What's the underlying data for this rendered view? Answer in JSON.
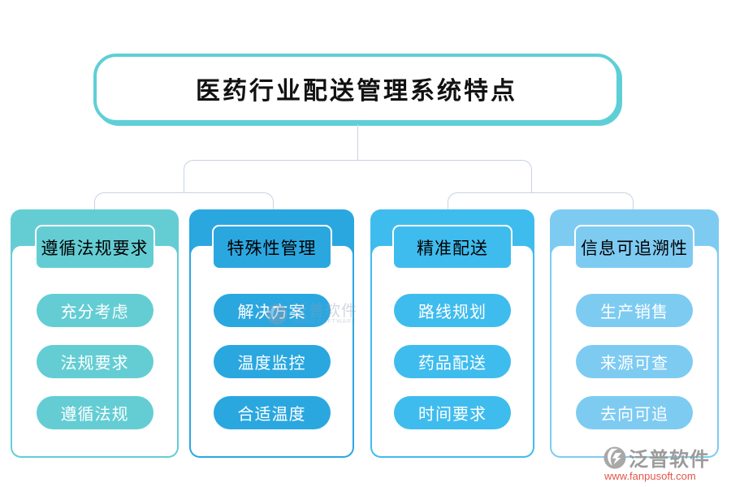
{
  "title": "医药行业配送管理系统特点",
  "colors": {
    "title_border": "#5ECFD6",
    "connector": "#C9D2E3",
    "col1": "#64CDD4",
    "col2": "#2BA7E0",
    "col3": "#3FBCEE",
    "col4": "#7ECBF2",
    "watermark_gray": "#9B9B9B",
    "watermark_url_red": "#E2564A"
  },
  "columns": [
    {
      "title": "遵循法规要求",
      "color": "#64CDD4",
      "items": [
        "充分考虑",
        "法规要求",
        "遵循法规"
      ]
    },
    {
      "title": "特殊性管理",
      "color": "#2BA7E0",
      "items": [
        "解决方案",
        "温度监控",
        "合适温度"
      ]
    },
    {
      "title": "精准配送",
      "color": "#3FBCEE",
      "items": [
        "路线规划",
        "药品配送",
        "时间要求"
      ]
    },
    {
      "title": "信息可追溯性",
      "color": "#7ECBF2",
      "items": [
        "生产销售",
        "来源可查",
        "去向可追"
      ]
    }
  ],
  "watermark_center": {
    "brand": "泛普软件",
    "sub": "FANPU SOFTWARE"
  },
  "watermark_bottom": {
    "brand": "泛普软件",
    "url": "www.fanpusoft.com"
  }
}
